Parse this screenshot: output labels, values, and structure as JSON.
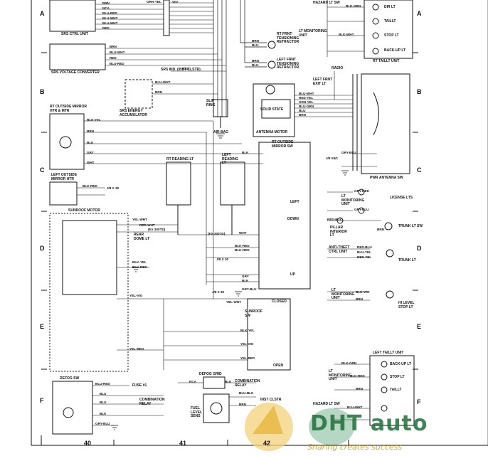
{
  "row_markers": [
    "A",
    "B",
    "C",
    "D",
    "E",
    "F"
  ],
  "column_numbers": [
    "40",
    "41",
    "42"
  ],
  "components": {
    "srs_ctrl_unit": "SRS CTRL UNIT",
    "srs_voltage_converter": "SRS VOLTAGE CONVERTER",
    "srs_ind": "SRS IND. (INST CLSTR)",
    "srs_energy_accumulator": "SRS ENERGY ACCUMULATOR",
    "rt_pretensioning_retractor": "RT FRNT TENSIONING RETRACTOR",
    "left_pretensioning_retractor": "LEFT FRNT TENSIONING RETRACTOR",
    "slip_ring": "SLIP RING",
    "air_bag": "AIR BAG",
    "solid_state": "SOLID STATE",
    "antenna_motor": "ANTENNA MOTOR",
    "hazard_lt_sw": "HAZARD LT SW",
    "dir_lt": "DIR LT",
    "taillt": "TAILLT",
    "stop_lt": "STOP LT",
    "back_up_lt": "BACK-UP LT",
    "rt_taillt_unit": "RT TAILLT UNIT",
    "lt_monitoring_unit": "LT MONITORING UNIT",
    "radio": "RADIO",
    "left_frnt_exit_lt": "LEFT FRNT EXIT LT",
    "pwr_antenna_sw": "PWR ANTENNA SW",
    "rt_outside_mirror_htr_mtr": "RT OUTSIDE MIRROR HTR & MTR",
    "left_outside_mirror_htr": "LEFT OUTSIDE MIRROR HTR",
    "sunroof_motor": "SUNROOF MOTOR",
    "rt_reading_lt": "RT READING LT",
    "left_reading_lt": "LEFT READING LT",
    "rear_dome_lt": "REAR DOME LT",
    "rt_outside_mirror_sw": "RT OUTSIDE MIRROR SW",
    "left": "LEFT",
    "down": "DOWN",
    "up": "UP",
    "license_lts": "LICENSE LTS",
    "pillar_interior_lt": "PILLAR INTERIOR LT",
    "trunk_lt_sw": "TRUNK LT SW",
    "anti_theft_ctrl_unit": "ANTI-THEFT CTRL UNIT",
    "trunk_lt": "TRUNK LT",
    "sunroof_sw": "SUNROOF SW",
    "closed": "CLOSED",
    "open": "OPEN",
    "hi_level_stop_lt": "HI LEVEL STOP LT",
    "defog_sw": "DEFOG SW",
    "defog_grid": "DEFOG GRID",
    "combination_relay": "COMBINATION RELAY",
    "fuse_1": "FUSE #1",
    "fuel_level_sens": "FUEL LEVEL SENS",
    "inst_clstr": "INST CLSTR",
    "left_taillt_unit": "LEFT TAILLT UNIT"
  },
  "wires": {
    "brn": "BRN",
    "nca": "NCA",
    "blu_red": "BLU-RED",
    "blu_wht": "BLU-WHT",
    "red": "RED",
    "grn_yel": "GRN-YEL",
    "vio": "VIO",
    "wht": "WHT",
    "gry": "GRY",
    "blk": "BLK",
    "blu": "BLU",
    "blk_grn": "BLK-GRN",
    "blk_red": "BLK-RED",
    "blk_wht": "BLK-WHT",
    "gry_blu": "GRY-BLU",
    "yel_wht": "YEL-WHT",
    "yel_vio": "YEL-VIO",
    "yel_red": "YEL-RED",
    "red_wht": "RED-WHT",
    "red_yel": "RED-YEL",
    "red_blu": "RED-BLU",
    "red_blk": "RED-BLK",
    "grn_red": "GRN-RED",
    "blu_grn": "BLU-GRN",
    "blu_blk": "BLU-BLK",
    "blk_yel": "BLK-YEL",
    "blk_blu": "BLK-BLU",
    "blk_vio": "BLK-VIO",
    "gry_red": "GRY-RED",
    "blu_yel": "BLU-YEL",
    "ex_300td": "(EX 300TD)",
    "x30": "X 30",
    "j8_x30": "J/8 X 30",
    "j8_x6": "J/8 X6/1"
  },
  "watermark": {
    "brand": "DHT auto",
    "tagline": "Sharing creates success"
  }
}
